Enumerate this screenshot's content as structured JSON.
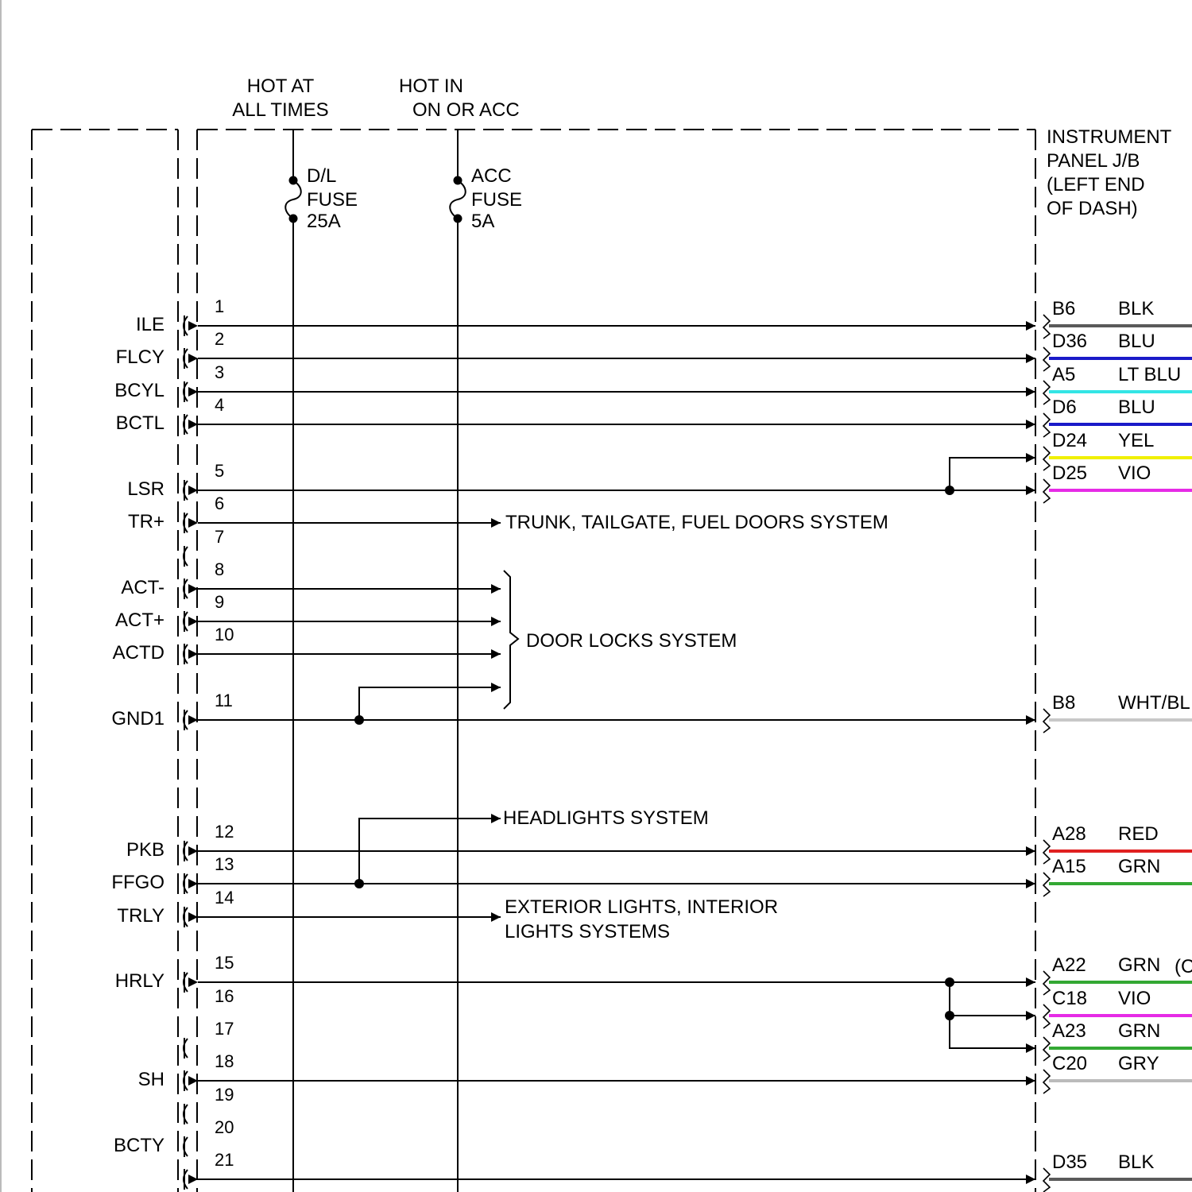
{
  "header": {
    "hot_at": [
      "HOT AT",
      "ALL TIMES"
    ],
    "hot_in": [
      "HOT IN",
      "ON OR ACC"
    ]
  },
  "fuses": {
    "dl": [
      "D/L",
      "FUSE",
      "25A"
    ],
    "acc": [
      "ACC",
      "FUSE",
      "5A"
    ]
  },
  "junction_box": [
    "INSTRUMENT",
    "PANEL J/B",
    "(LEFT END",
    "OF DASH)"
  ],
  "module_pins": [
    {
      "name": "ILE",
      "num": "1"
    },
    {
      "name": "FLCY",
      "num": "2"
    },
    {
      "name": "BCYL",
      "num": "3"
    },
    {
      "name": "BCTL",
      "num": "4"
    },
    {
      "name": "LSR",
      "num": "5"
    },
    {
      "name": "TR+",
      "num": "6"
    },
    {
      "name": "",
      "num": "7"
    },
    {
      "name": "ACT-",
      "num": "8"
    },
    {
      "name": "ACT+",
      "num": "9"
    },
    {
      "name": "ACTD",
      "num": "10"
    },
    {
      "name": "GND1",
      "num": "11"
    },
    {
      "name": "PKB",
      "num": "12"
    },
    {
      "name": "FFGO",
      "num": "13"
    },
    {
      "name": "TRLY",
      "num": "14"
    },
    {
      "name": "HRLY",
      "num": "15"
    },
    {
      "name": "",
      "num": "16"
    },
    {
      "name": "",
      "num": "17"
    },
    {
      "name": "SH",
      "num": "18"
    },
    {
      "name": "",
      "num": "19"
    },
    {
      "name": "BCTY",
      "num": "20"
    },
    {
      "name": "",
      "num": "21"
    }
  ],
  "connectors": [
    {
      "pin": "B6",
      "color": "BLK",
      "hex": "#5a5a5a"
    },
    {
      "pin": "D36",
      "color": "BLU",
      "hex": "#1a1ac8"
    },
    {
      "pin": "A5",
      "color": "LT BLU",
      "hex": "#33e5e5"
    },
    {
      "pin": "D6",
      "color": "BLU",
      "hex": "#1a1ac8"
    },
    {
      "pin": "D24",
      "color": "YEL",
      "hex": "#f0f000"
    },
    {
      "pin": "D25",
      "color": "VIO",
      "hex": "#e62be6"
    },
    {
      "pin": "B8",
      "color": "WHT/BL",
      "hex": "#c8c8c8"
    },
    {
      "pin": "A28",
      "color": "RED",
      "hex": "#e02020"
    },
    {
      "pin": "A15",
      "color": "GRN",
      "hex": "#33a833"
    },
    {
      "pin": "A22",
      "color": "GRN",
      "hex": "#33a833",
      "note": "(C"
    },
    {
      "pin": "C18",
      "color": "VIO",
      "hex": "#e62be6"
    },
    {
      "pin": "A23",
      "color": "GRN",
      "hex": "#33a833"
    },
    {
      "pin": "C20",
      "color": "GRY",
      "hex": "#bbbbbb"
    },
    {
      "pin": "D35",
      "color": "BLK",
      "hex": "#5a5a5a"
    }
  ],
  "systems": {
    "trunk": "TRUNK, TAILGATE, FUEL DOORS SYSTEM",
    "door_locks": "DOOR LOCKS SYSTEM",
    "headlights": "HEADLIGHTS SYSTEM",
    "exterior": [
      "EXTERIOR LIGHTS, INTERIOR",
      "LIGHTS SYSTEMS"
    ]
  }
}
